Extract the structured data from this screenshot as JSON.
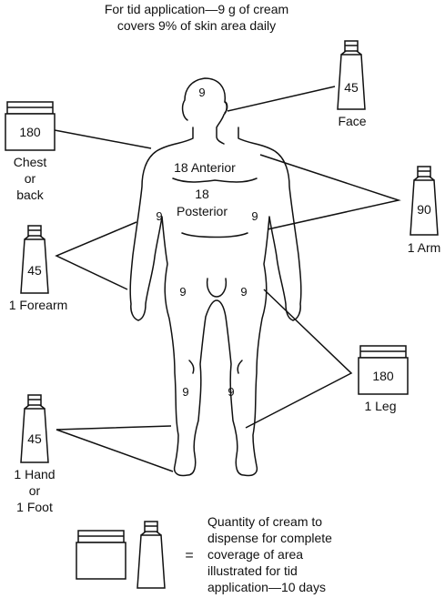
{
  "header": {
    "line1": "For tid application—9 g of cream",
    "line2": "covers 9% of skin area daily"
  },
  "body_percentages": {
    "head": "9",
    "anterior_value": "18",
    "anterior_label": "Anterior",
    "posterior_value": "18",
    "posterior_label": "Posterior",
    "arm_right": "9",
    "arm_left": "9",
    "thigh_right": "9",
    "thigh_left": "9",
    "leg_right": "9",
    "leg_left": "9"
  },
  "containers": {
    "chest_back": {
      "amount": "180",
      "label_l1": "Chest",
      "label_l2": "or",
      "label_l3": "back",
      "kind": "jar"
    },
    "face": {
      "amount": "45",
      "label": "Face",
      "kind": "tube"
    },
    "arm": {
      "amount": "90",
      "label": "1 Arm",
      "kind": "tube"
    },
    "forearm": {
      "amount": "45",
      "label": "1 Forearm",
      "kind": "tube"
    },
    "leg": {
      "amount": "180",
      "label": "1 Leg",
      "kind": "jar"
    },
    "hand_foot": {
      "amount": "45",
      "label_l1": "1 Hand",
      "label_l2": "or",
      "label_l3": "1 Foot",
      "kind": "tube"
    }
  },
  "legend": {
    "equals": "=",
    "line1": "Quantity of cream to",
    "line2": "dispense for complete",
    "line3": "coverage of area",
    "line4": "illustrated for tid",
    "line5": "application—10 days"
  }
}
